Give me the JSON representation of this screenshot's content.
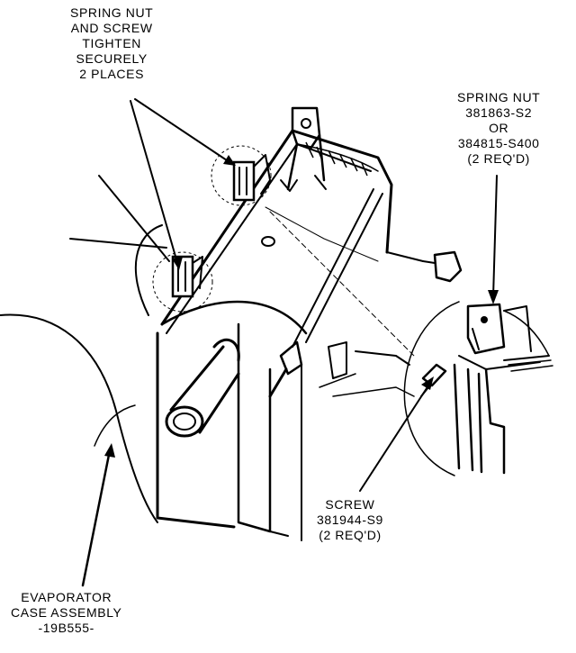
{
  "callouts": {
    "spring_nut_screw": [
      "SPRING NUT",
      "AND SCREW",
      "TIGHTEN",
      "SECURELY",
      "2 PLACES"
    ],
    "spring_nut_part": [
      "SPRING NUT",
      "381863-S2",
      "OR",
      "384815-S400",
      "(2 REQ'D)"
    ],
    "screw_part": [
      "SCREW",
      "381944-S9",
      "(2 REQ'D)"
    ],
    "evaporator_case": [
      "EVAPORATOR",
      "CASE ASSEMBLY",
      "-19B555-"
    ]
  }
}
